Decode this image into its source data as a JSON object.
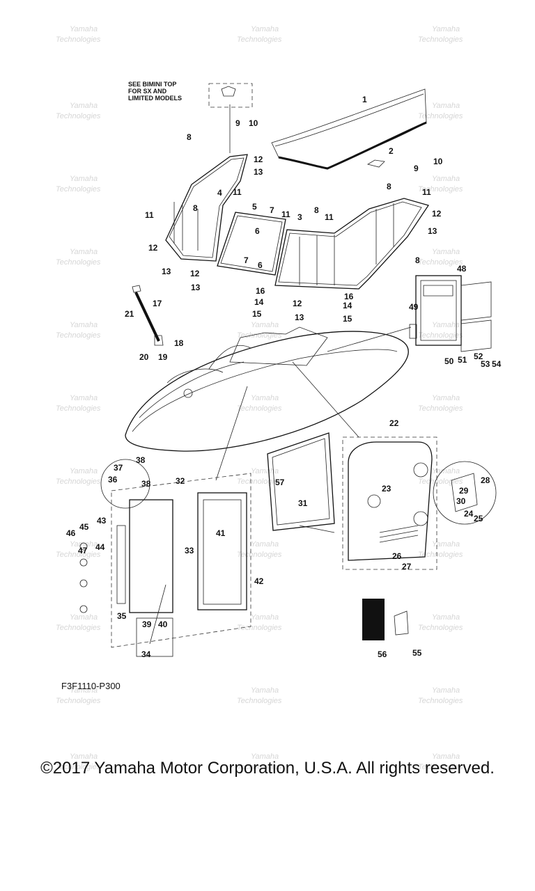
{
  "diagram": {
    "note": [
      "SEE BIMINI TOP",
      "FOR SX AND",
      "LIMITED MODELS"
    ],
    "code": "F3F1110-P300",
    "copyright": "©2017 Yamaha Motor Corporation, U.S.A. All rights reserved.",
    "watermark": [
      "Yamaha",
      "Technologies"
    ],
    "callouts": [
      "1",
      "2",
      "3",
      "4",
      "5",
      "6",
      "6",
      "7",
      "7",
      "8",
      "8",
      "8",
      "8",
      "8",
      "9",
      "9",
      "10",
      "10",
      "11",
      "11",
      "11",
      "11",
      "11",
      "12",
      "12",
      "12",
      "12",
      "12",
      "13",
      "13",
      "13",
      "13",
      "13",
      "14",
      "14",
      "15",
      "15",
      "16",
      "16",
      "17",
      "18",
      "19",
      "20",
      "21",
      "22",
      "23",
      "24",
      "25",
      "26",
      "27",
      "28",
      "29",
      "30",
      "31",
      "32",
      "33",
      "34",
      "35",
      "36",
      "37",
      "38",
      "38",
      "39",
      "40",
      "41",
      "42",
      "43",
      "44",
      "45",
      "46",
      "47",
      "48",
      "49",
      "50",
      "51",
      "52",
      "53",
      "54",
      "55",
      "56",
      "57"
    ]
  }
}
